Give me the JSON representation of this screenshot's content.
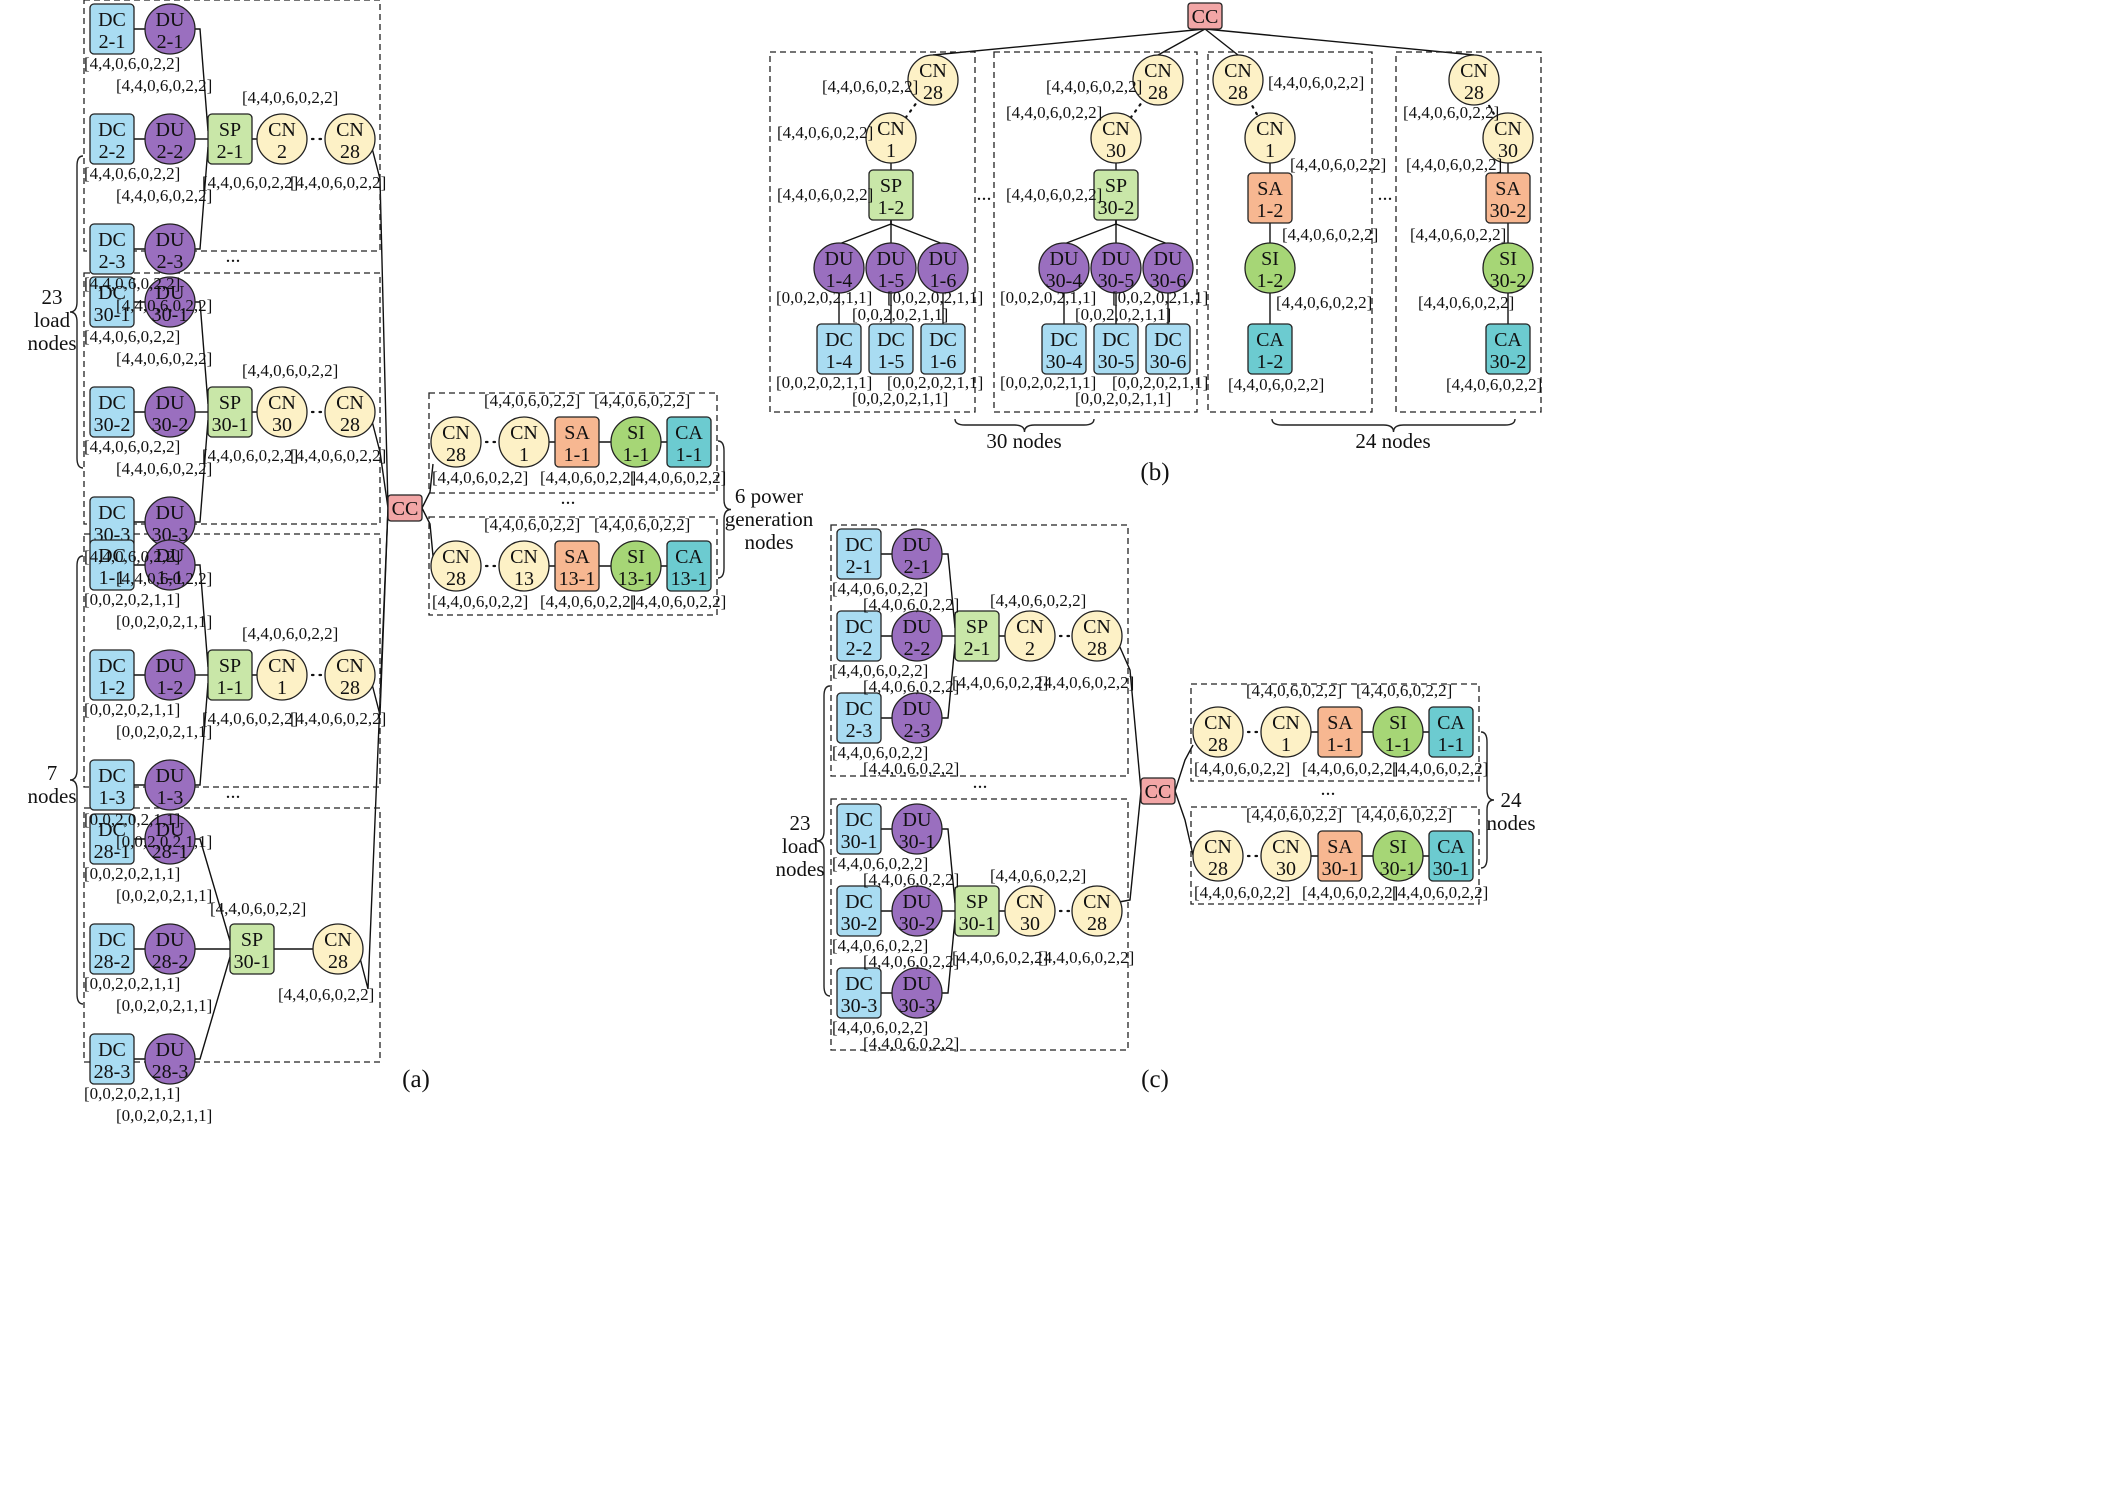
{
  "colors": {
    "dc": "#a9dcf2",
    "du": "#9a6fbf",
    "sp": "#c9e7a8",
    "cn": "#fdf1c6",
    "sa": "#f7b791",
    "si": "#a6d676",
    "ca": "#6ccbd0",
    "cc": "#f2a6a6",
    "line": "#111111"
  },
  "vec": {
    "p": "[4,4,0,6,0,2,2]",
    "z": "[0,0,2,0,2,1,1]"
  },
  "ellipsis": "...",
  "captions": {
    "a": "(a)",
    "b": "(b)",
    "c": "(c)"
  },
  "node_labels": {
    "cc": "CC",
    "dc_2_1": [
      "DC",
      "2-1"
    ],
    "du_2_1": [
      "DU",
      "2-1"
    ],
    "dc_2_2": [
      "DC",
      "2-2"
    ],
    "du_2_2": [
      "DU",
      "2-2"
    ],
    "dc_2_3": [
      "DC",
      "2-3"
    ],
    "du_2_3": [
      "DU",
      "2-3"
    ],
    "sp_2_1": [
      "SP",
      "2-1"
    ],
    "cn_2": [
      "CN",
      "2"
    ],
    "cn_28": [
      "CN",
      "28"
    ],
    "dc_30_1": [
      "DC",
      "30-1"
    ],
    "du_30_1": [
      "DU",
      "30-1"
    ],
    "dc_30_2": [
      "DC",
      "30-2"
    ],
    "du_30_2": [
      "DU",
      "30-2"
    ],
    "dc_30_3": [
      "DC",
      "30-3"
    ],
    "du_30_3": [
      "DU",
      "30-3"
    ],
    "sp_30_1": [
      "SP",
      "30-1"
    ],
    "cn_30": [
      "CN",
      "30"
    ],
    "dc_1_1": [
      "DC",
      "1-1"
    ],
    "du_1_1": [
      "DU",
      "1-1"
    ],
    "dc_1_2": [
      "DC",
      "1-2"
    ],
    "du_1_2": [
      "DU",
      "1-2"
    ],
    "dc_1_3": [
      "DC",
      "1-3"
    ],
    "du_1_3": [
      "DU",
      "1-3"
    ],
    "sp_1_1": [
      "SP",
      "1-1"
    ],
    "cn_1": [
      "CN",
      "1"
    ],
    "dc_28_1": [
      "DC",
      "28-1"
    ],
    "du_28_1": [
      "DU",
      "28-1"
    ],
    "dc_28_2": [
      "DC",
      "28-2"
    ],
    "du_28_2": [
      "DU",
      "28-2"
    ],
    "dc_28_3": [
      "DC",
      "28-3"
    ],
    "du_28_3": [
      "DU",
      "28-3"
    ],
    "cn_13": [
      "CN",
      "13"
    ],
    "sa_1_1": [
      "SA",
      "1-1"
    ],
    "si_1_1": [
      "SI",
      "1-1"
    ],
    "ca_1_1": [
      "CA",
      "1-1"
    ],
    "sa_13_1": [
      "SA",
      "13-1"
    ],
    "si_13_1": [
      "SI",
      "13-1"
    ],
    "ca_13_1": [
      "CA",
      "13-1"
    ],
    "sa_30_1": [
      "SA",
      "30-1"
    ],
    "si_30_1": [
      "SI",
      "30-1"
    ],
    "ca_30_1": [
      "CA",
      "30-1"
    ],
    "sp_1_2": [
      "SP",
      "1-2"
    ],
    "du_1_4": [
      "DU",
      "1-4"
    ],
    "du_1_5": [
      "DU",
      "1-5"
    ],
    "du_1_6": [
      "DU",
      "1-6"
    ],
    "dc_1_4": [
      "DC",
      "1-4"
    ],
    "dc_1_5": [
      "DC",
      "1-5"
    ],
    "dc_1_6": [
      "DC",
      "1-6"
    ],
    "sp_30_2": [
      "SP",
      "30-2"
    ],
    "du_30_4": [
      "DU",
      "30-4"
    ],
    "du_30_5": [
      "DU",
      "30-5"
    ],
    "du_30_6": [
      "DU",
      "30-6"
    ],
    "dc_30_4": [
      "DC",
      "30-4"
    ],
    "dc_30_5": [
      "DC",
      "30-5"
    ],
    "dc_30_6": [
      "DC",
      "30-6"
    ],
    "sa_1_2": [
      "SA",
      "1-2"
    ],
    "si_1_2": [
      "SI",
      "1-2"
    ],
    "ca_1_2": [
      "CA",
      "1-2"
    ],
    "sa_30_2": [
      "SA",
      "30-2"
    ],
    "si_30_2": [
      "SI",
      "30-2"
    ],
    "ca_30_2": [
      "CA",
      "30-2"
    ]
  },
  "group_labels": {
    "a_load": [
      "23",
      "load",
      "nodes"
    ],
    "a_seven": [
      "7",
      "nodes"
    ],
    "a_power": [
      "6 power",
      "generation",
      "nodes"
    ],
    "b_thirty": "30 nodes",
    "b_twentyfour": "24 nodes",
    "c_load": [
      "23",
      "load",
      "nodes"
    ],
    "c_twentyfour": [
      "24",
      "nodes"
    ]
  }
}
